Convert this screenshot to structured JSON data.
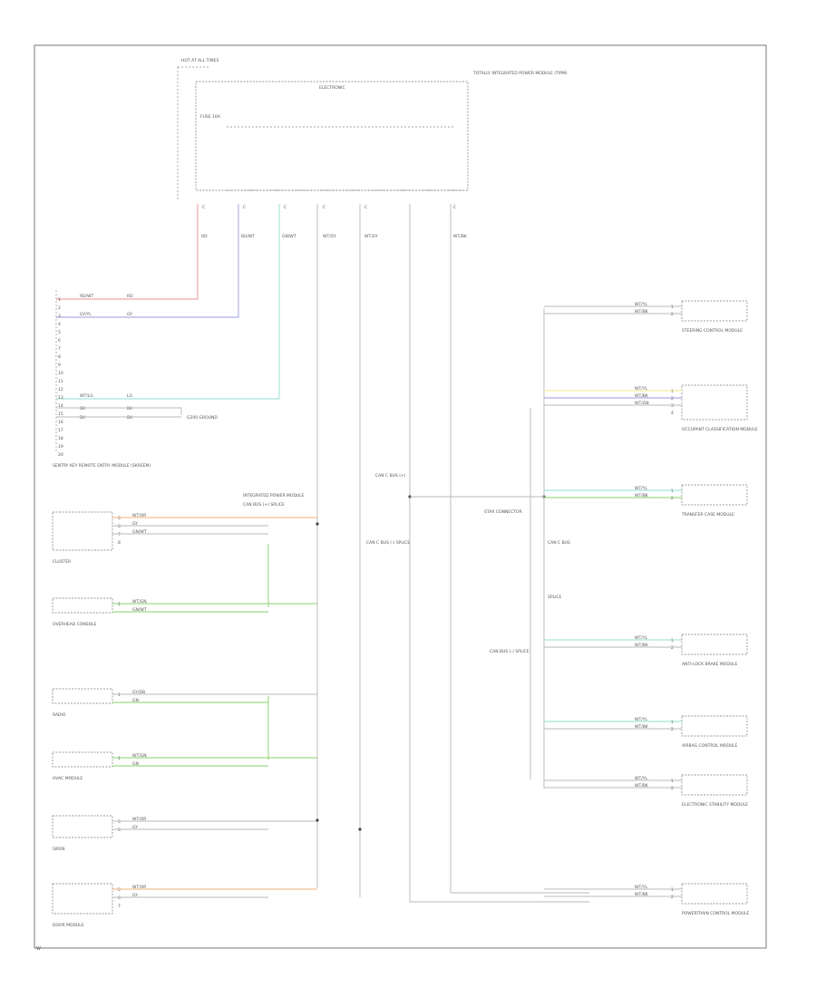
{
  "colors": {
    "red": "#f08c8c",
    "blue": "#9a9ae6",
    "teal": "#8fded2",
    "green": "#86d16a",
    "orange": "#f2b27a",
    "yellow": "#f2ea8a",
    "gray": "#b8b8b8",
    "frame": "#777777"
  },
  "fuse_label": "HOT AT ALL TIMES",
  "fuse_id": "FUSE 10A",
  "top_module": {
    "title": "TOTALLY INTEGRATED POWER MODULE (TIPM)",
    "bus_label": "ELECTRONIC",
    "pins": [
      "C",
      "C",
      "C",
      "C",
      "C",
      "C"
    ],
    "wire_codes": [
      "RD",
      "BU/WT",
      "GN/WT",
      "WT/GY",
      "WT/GY",
      "WT/BK"
    ]
  },
  "left_module": {
    "title": "SENTRY KEY REMOTE ENTRY MODULE (SKREEM)",
    "pins": [
      "1",
      "2",
      "3",
      "4",
      "5",
      "6",
      "7",
      "8",
      "9",
      "10",
      "11",
      "12",
      "13",
      "14",
      "15",
      "16",
      "17",
      "18",
      "19",
      "20"
    ],
    "wire_labels": [
      "RD/WT",
      "GY/YL",
      "WT/LG",
      "BK",
      "BK"
    ],
    "wire_codes": [
      "RD",
      "GY",
      "LG",
      "BK",
      "BK"
    ],
    "ground_label": "G200 GROUND"
  },
  "center_splice": {
    "label": "CAN BUS (+) SPLICE",
    "header": "INTEGRATED POWER MODULE",
    "note": "CAN C BUS (-) SPLICE"
  },
  "right_splice": {
    "label": "CAN C BUS (+)",
    "note": "STAR CONNECTOR"
  },
  "left_devices": [
    {
      "name": "CLUSTER",
      "pins": [
        "5",
        "6",
        "7",
        "8"
      ],
      "wires": [
        "WT/OR",
        "GY",
        "GN/WT"
      ]
    },
    {
      "name": "OVERHEAD CONSOLE",
      "pins": [
        "1"
      ],
      "wires": [
        "WT/GN",
        "GN/WT"
      ]
    },
    {
      "name": "RADIO",
      "pins": [
        "1"
      ],
      "wires": [
        "GY/DB",
        "GN"
      ]
    },
    {
      "name": "HVAC MODULE",
      "pins": [
        "1"
      ],
      "wires": [
        "WT/GN",
        "GN"
      ]
    },
    {
      "name": "SIREN",
      "pins": [
        "5",
        "6"
      ],
      "wires": [
        "WT/OR",
        "GY"
      ]
    },
    {
      "name": "DOOR MODULE",
      "pins": [
        "5",
        "6",
        "7"
      ],
      "wires": [
        "WT/OR",
        "GY"
      ]
    }
  ],
  "right_devices": [
    {
      "name": "STEERING CONTROL MODULE",
      "pins": [
        "1",
        "2"
      ],
      "wires": [
        "WT/YL",
        "WT/BK"
      ]
    },
    {
      "name": "OCCUPANT CLASSIFICATION MODULE",
      "pins": [
        "1",
        "2",
        "3",
        "4"
      ],
      "wires": [
        "WT/YL",
        "WT/BK",
        "WT/GN"
      ]
    },
    {
      "name": "TRANSFER CASE MODULE",
      "pins": [
        "1",
        "2"
      ],
      "wires": [
        "WT/YL",
        "WT/BK"
      ]
    },
    {
      "name": "ANTI-LOCK BRAKE MODULE",
      "pins": [
        "1",
        "2"
      ],
      "wires": [
        "WT/YL",
        "WT/BK"
      ]
    },
    {
      "name": "AIRBAG CONTROL MODULE",
      "pins": [
        "1",
        "2"
      ],
      "wires": [
        "WT/YL",
        "WT/BK"
      ]
    },
    {
      "name": "ELECTRONIC STABILITY MODULE",
      "pins": [
        "1",
        "2"
      ],
      "wires": [
        "WT/YL",
        "WT/BK"
      ]
    },
    {
      "name": "POWERTRAIN CONTROL MODULE",
      "pins": [
        "1",
        "2"
      ],
      "wires": [
        "WT/YL",
        "WT/BK"
      ]
    }
  ],
  "right_notes": [
    "CAN C BUS",
    "SPLICE",
    "CAN BUS (-) SPLICE"
  ],
  "footer": "W"
}
